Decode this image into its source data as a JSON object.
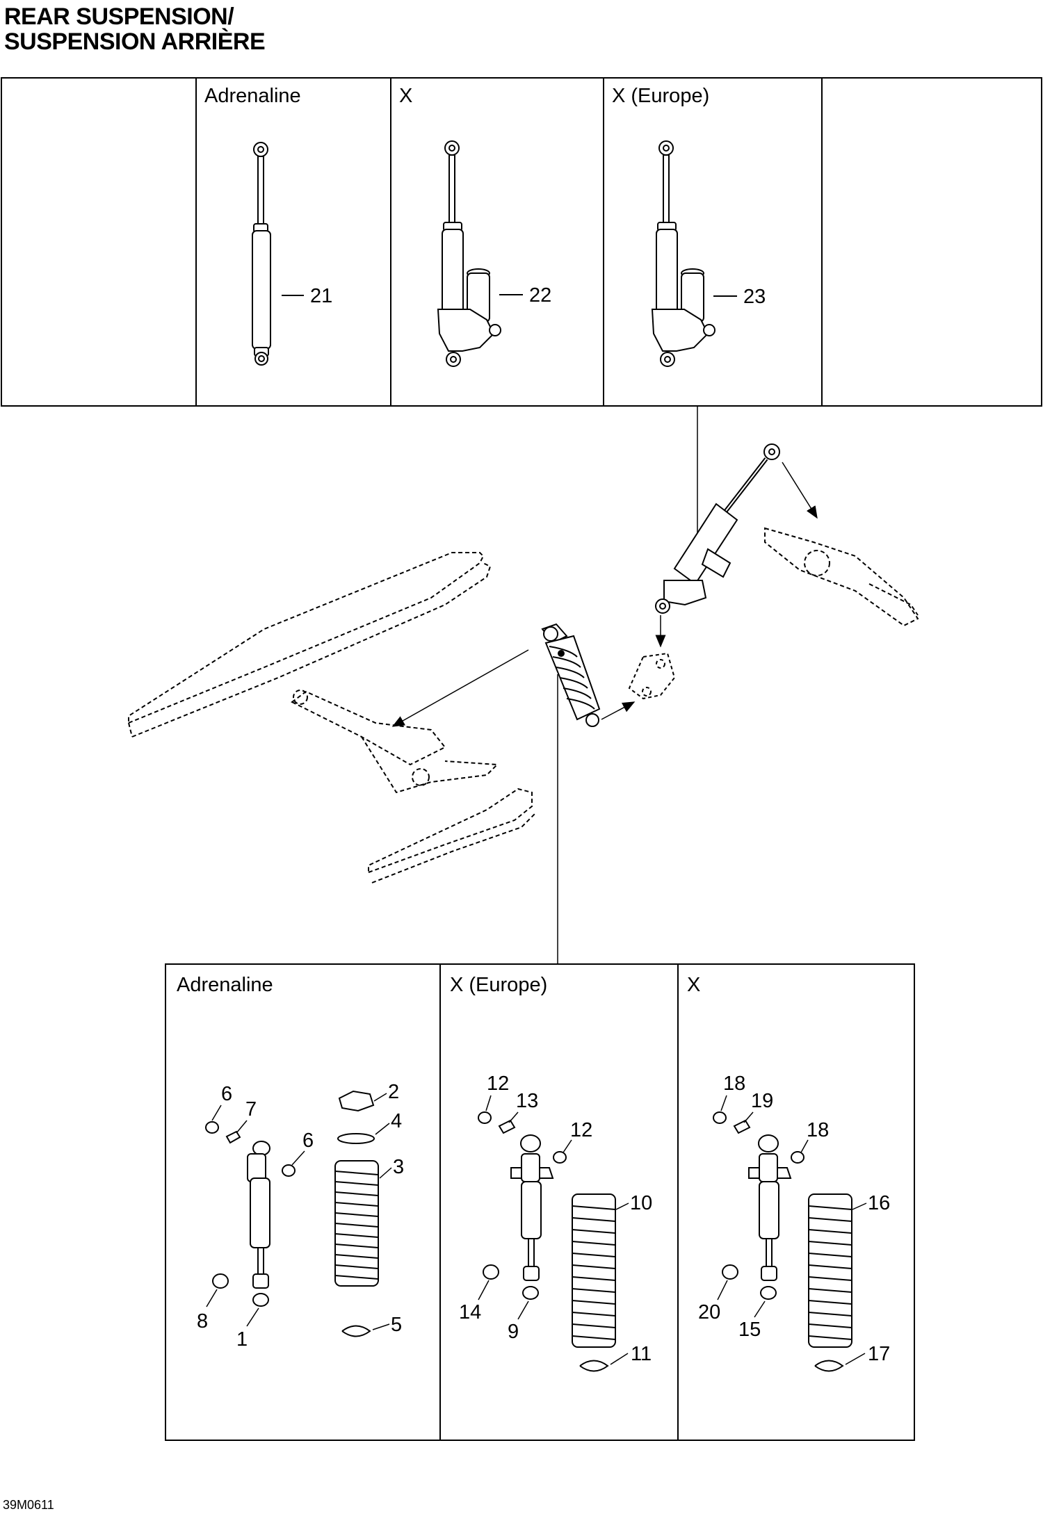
{
  "title": {
    "line1": "REAR SUSPENSION/",
    "line2": "SUSPENSION ARRIÈRE"
  },
  "top_table": {
    "cells": [
      {
        "label": ""
      },
      {
        "label": "Adrenaline",
        "callout": "21"
      },
      {
        "label": "X",
        "callout": "22"
      },
      {
        "label": "X (Europe)",
        "callout": "23"
      },
      {
        "label": ""
      }
    ]
  },
  "bottom_table": {
    "cells": [
      {
        "label": "Adrenaline",
        "callouts": [
          "6",
          "7",
          "6",
          "8",
          "1",
          "2",
          "4",
          "3",
          "5"
        ]
      },
      {
        "label": "X (Europe)",
        "callouts": [
          "12",
          "13",
          "12",
          "14",
          "9",
          "10",
          "11"
        ]
      },
      {
        "label": "X",
        "callouts": [
          "18",
          "19",
          "18",
          "20",
          "15",
          "16",
          "17"
        ]
      }
    ]
  },
  "figure_id": "39M0611"
}
